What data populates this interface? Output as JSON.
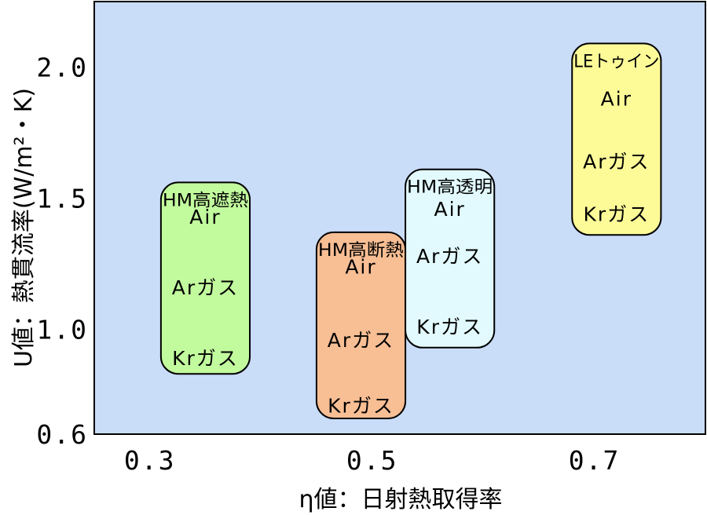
{
  "chart_data": {
    "type": "scatter",
    "title": "",
    "xlabel": "η値：日射熱取得率",
    "ylabel": "U値：熱貫流率(W/m²・K)",
    "xlim": [
      0.25,
      0.8
    ],
    "ylim": [
      0.6,
      2.25
    ],
    "xticks": [
      {
        "value": 0.3,
        "label": "0.3"
      },
      {
        "value": 0.5,
        "label": "0.5"
      },
      {
        "value": 0.7,
        "label": "0.7"
      }
    ],
    "yticks": [
      {
        "value": 0.6,
        "label": "0.6"
      },
      {
        "value": 1.0,
        "label": "1.0"
      },
      {
        "value": 1.5,
        "label": "1.5"
      },
      {
        "value": 2.0,
        "label": "2.0"
      }
    ],
    "grid": false,
    "plot_background": "#c9dcf8",
    "groups": [
      {
        "name": "HM高遮熱",
        "color": "#c2fa9e",
        "x_range": [
          0.31,
          0.39
        ],
        "y_range": [
          0.83,
          1.56
        ],
        "points": [
          {
            "label": "Air",
            "y": 1.43
          },
          {
            "label": "Arガス",
            "y": 1.16
          },
          {
            "label": "Krガス",
            "y": 0.89
          }
        ]
      },
      {
        "name": "HM高断熱",
        "color": "#f8be94",
        "x_range": [
          0.45,
          0.53
        ],
        "y_range": [
          0.66,
          1.37
        ],
        "points": [
          {
            "label": "Air",
            "y": 1.24
          },
          {
            "label": "Arガス",
            "y": 0.96
          },
          {
            "label": "Krガス",
            "y": 0.71
          }
        ]
      },
      {
        "name": "HM高透明",
        "color": "#e2fafd",
        "x_range": [
          0.53,
          0.61
        ],
        "y_range": [
          0.93,
          1.61
        ],
        "points": [
          {
            "label": "Air",
            "y": 1.46
          },
          {
            "label": "Arガス",
            "y": 1.28
          },
          {
            "label": "Krガス",
            "y": 1.01
          }
        ]
      },
      {
        "name": "LEトゥイン",
        "color": "#fdfb98",
        "x_range": [
          0.68,
          0.76
        ],
        "y_range": [
          1.36,
          2.09
        ],
        "points": [
          {
            "label": "Air",
            "y": 1.88
          },
          {
            "label": "Arガス",
            "y": 1.64
          },
          {
            "label": "Krガス",
            "y": 1.44
          }
        ]
      }
    ]
  }
}
